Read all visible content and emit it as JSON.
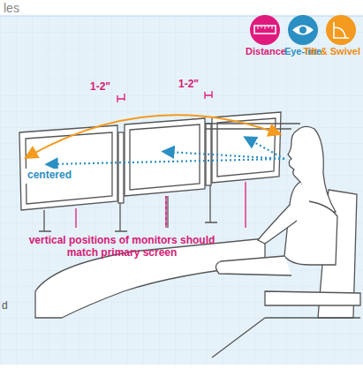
{
  "diagram": {
    "labels": [
      "les",
      "Distance",
      "Eye-line",
      "Tilt & Swivel",
      "1-2\"",
      "1-2\"",
      "centered",
      "vertical positions of monitors should match primary screen",
      "d"
    ]
  }
}
